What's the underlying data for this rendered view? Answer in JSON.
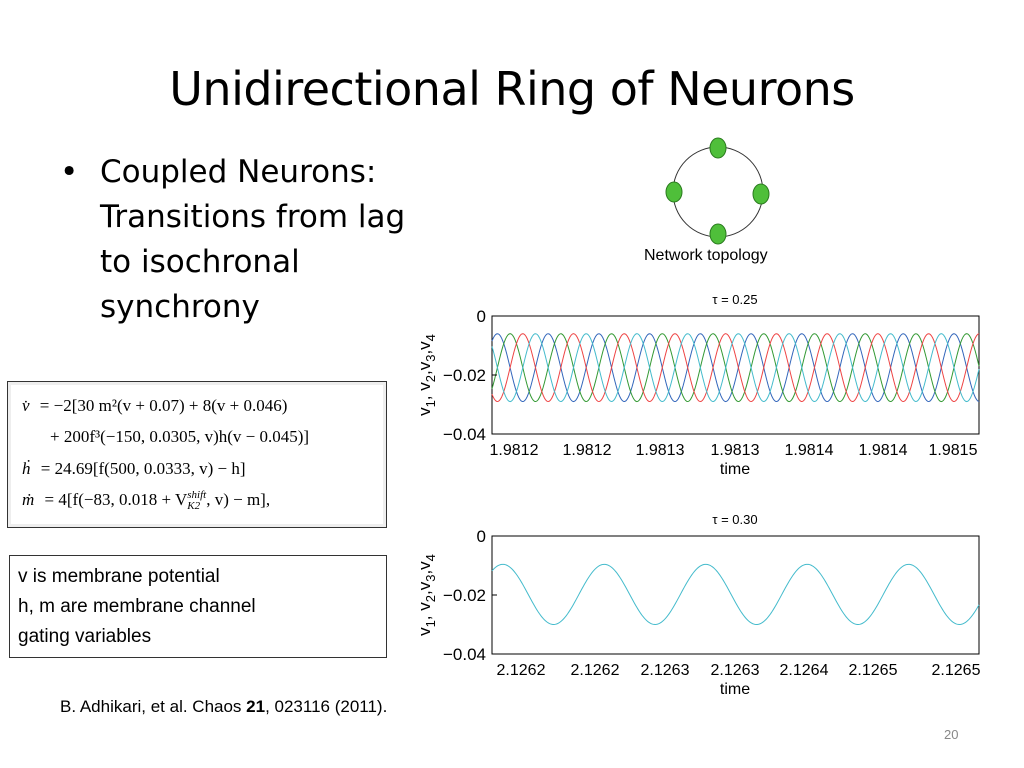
{
  "slide": {
    "title": "Unidirectional Ring of Neurons",
    "bullet_lines": [
      "Coupled Neurons:",
      "Transitions from lag",
      "to isochronal",
      "synchrony"
    ],
    "note_lines": [
      "v is membrane potential",
      "h, m are membrane channel",
      "gating variables"
    ],
    "citation": {
      "pre": "B. Adhikari, et al. Chaos ",
      "bold": "21",
      "post": ", 023116 (2011)."
    },
    "page_number": "20"
  },
  "equations": [
    {
      "lhs": "v̇",
      "rhs": "= −2[30 m²(v + 0.07) + 8(v + 0.046)"
    },
    {
      "lhs": "",
      "rhs": "+ 200f³(−150, 0.0305, v)h(v − 0.045)]"
    },
    {
      "lhs": "ḣ",
      "rhs": "= 24.69[f(500, 0.0333, v) − h]"
    },
    {
      "lhs": "ṁ",
      "rhs": "= 4[f(−83, 0.018 + V",
      "sup": "shift",
      "sub": "K2",
      "rhs_end": ", v) − m],"
    }
  ],
  "topology": {
    "caption": "Network topology",
    "node_color": "#4fbf3a"
  },
  "chart_data": [
    {
      "type": "line",
      "title": "τ = 0.25",
      "xlabel": "time",
      "ylabel_parts": [
        "v",
        "1",
        ", v",
        "2",
        ",v",
        "3",
        ",v",
        "4"
      ],
      "x_tick_labels": [
        "1.9812",
        "1.9812",
        "1.9813",
        "1.9813",
        "1.9814",
        "1.9814",
        "1.9815"
      ],
      "y_ticks": [
        0,
        -0.02,
        -0.04
      ],
      "y_tick_labels": [
        "0",
        "−0.02",
        "−0.04"
      ],
      "ylim": [
        -0.04,
        0
      ],
      "x_range_label_units": [
        1.98115,
        1.98153
      ],
      "waveform": {
        "center": -0.0175,
        "amplitude": 0.0115,
        "cycles": 9.6
      },
      "series_colors": [
        "#3366bb",
        "#339933",
        "#ee4444",
        "#44bbcc"
      ],
      "series_phase_offsets": [
        0,
        0.25,
        0.5,
        0.75
      ]
    },
    {
      "type": "line",
      "title": "τ = 0.30",
      "xlabel": "time",
      "ylabel_parts": [
        "v",
        "1",
        ", v",
        "2",
        ",v",
        "3",
        ",v",
        "4"
      ],
      "x_tick_labels": [
        "2.1262",
        "2.1262",
        "2.1263",
        "2.1263",
        "2.1264",
        "2.1265",
        "2.1265"
      ],
      "y_ticks": [
        0,
        -0.02,
        -0.04
      ],
      "y_tick_labels": [
        "0",
        "−0.02",
        "−0.04"
      ],
      "ylim": [
        -0.04,
        0
      ],
      "waveform": {
        "center": -0.0198,
        "amplitude": 0.0102,
        "cycles": 4.8
      },
      "series_colors": [
        "#44bbcc"
      ],
      "series_phase_offsets": [
        0
      ]
    }
  ]
}
